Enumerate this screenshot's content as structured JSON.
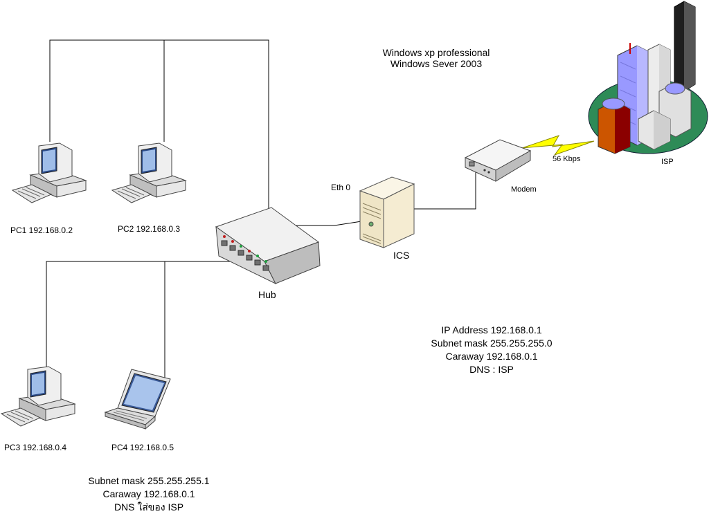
{
  "os_note": [
    "Windows xp professional",
    "Windows Sever 2003"
  ],
  "devices": {
    "pc1": "PC1  192.168.0.2",
    "pc2": "PC2  192.168.0.3",
    "pc3": "PC3  192.168.0.4",
    "pc4": "PC4  192.168.0.5",
    "hub": "Hub",
    "ics": "ICS",
    "eth0": "Eth 0",
    "modem": "Modem",
    "link_speed": "56 Kbps",
    "isp": "ISP"
  },
  "ics_config": [
    "IP Address 192.168.0.1",
    "Subnet mask 255.255.255.0",
    "Caraway 192.168.0.1",
    "DNS : ISP"
  ],
  "client_config": [
    "Subnet mask 255.255.255.1",
    "Caraway 192.168.0.1",
    "DNS ใส่ของ ISP"
  ],
  "colors": {
    "line": "#000000",
    "lightning": "#ffff00",
    "isp_ground": "#2e8b57",
    "building_blue": "#9999ff",
    "building_orange": "#cc5500",
    "building_red": "#8b0000",
    "server_beige": "#f3ecd6"
  },
  "icons": [
    "desktop-pc-icon",
    "laptop-icon",
    "hub-icon",
    "server-icon",
    "modem-icon",
    "lightning-icon",
    "isp-city-icon"
  ]
}
